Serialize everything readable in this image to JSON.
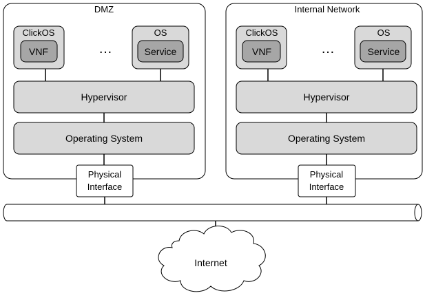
{
  "zones": [
    {
      "title": "DMZ",
      "vm_left": {
        "outer": "ClickOS",
        "inner": "VNF"
      },
      "ellipsis": "…",
      "vm_right": {
        "outer": "OS",
        "inner": "Service"
      },
      "hypervisor": "Hypervisor",
      "os": "Operating System",
      "phys": [
        "Physical",
        "Interface"
      ]
    },
    {
      "title": "Internal Network",
      "vm_left": {
        "outer": "ClickOS",
        "inner": "VNF"
      },
      "ellipsis": "…",
      "vm_right": {
        "outer": "OS",
        "inner": "Service"
      },
      "hypervisor": "Hypervisor",
      "os": "Operating System",
      "phys": [
        "Physical",
        "Interface"
      ]
    }
  ],
  "cloud": {
    "label": "Internet"
  }
}
